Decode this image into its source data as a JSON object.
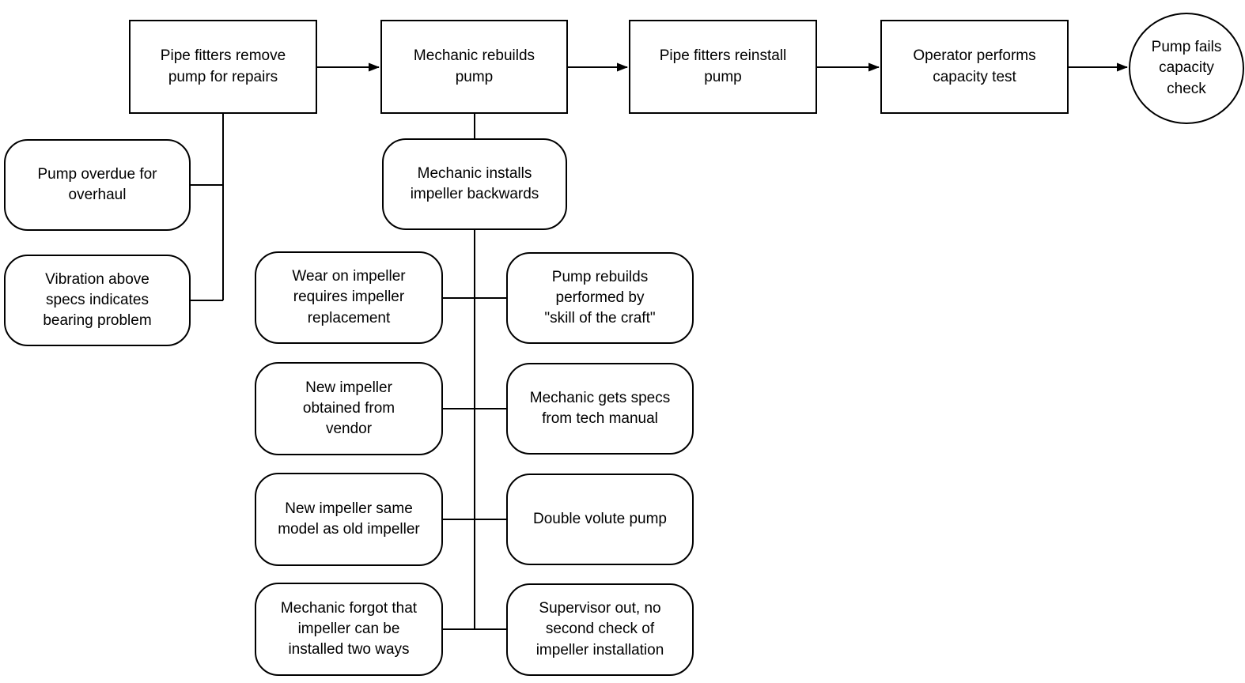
{
  "diagram": {
    "type": "event-and-causal-factors-chart",
    "colors": {
      "line": "#000000",
      "node_border": "#000000",
      "node_fill": "#ffffff",
      "background": "#ffffff",
      "text": "#000000"
    },
    "event_chain": [
      {
        "id": "remove-pump",
        "shape": "rectangle",
        "label": "Pipe fitters remove\npump for repairs"
      },
      {
        "id": "rebuild-pump",
        "shape": "rectangle",
        "label": "Mechanic rebuilds\npump"
      },
      {
        "id": "reinstall-pump",
        "shape": "rectangle",
        "label": "Pipe fitters reinstall\npump"
      },
      {
        "id": "capacity-test",
        "shape": "rectangle",
        "label": "Operator performs\ncapacity test"
      }
    ],
    "outcome": {
      "id": "pump-fails",
      "shape": "circle",
      "label": "Pump fails\ncapacity\ncheck"
    },
    "remove_conditions": [
      {
        "id": "overdue-overhaul",
        "shape": "rounded",
        "label": "Pump overdue for\noverhaul"
      },
      {
        "id": "vibration-bearing",
        "shape": "rounded",
        "label": "Vibration above\nspecs indicates\nbearing problem"
      }
    ],
    "rebuild_cause": {
      "id": "impeller-backwards",
      "shape": "rounded",
      "label": "Mechanic installs\nimpeller backwards"
    },
    "cause_conditions": [
      {
        "left": "Wear on impeller\nrequires impeller\nreplacement",
        "right": "Pump rebuilds\nperformed by\n\"skill of the craft\""
      },
      {
        "left": "New impeller\nobtained from\nvendor",
        "right": "Mechanic gets specs\nfrom tech manual"
      },
      {
        "left": "New impeller same\nmodel as old impeller",
        "right": "Double volute pump"
      },
      {
        "left": "Mechanic forgot that\nimpeller can be\ninstalled two ways",
        "right": "Supervisor out, no\nsecond check of\nimpeller installation"
      }
    ]
  }
}
